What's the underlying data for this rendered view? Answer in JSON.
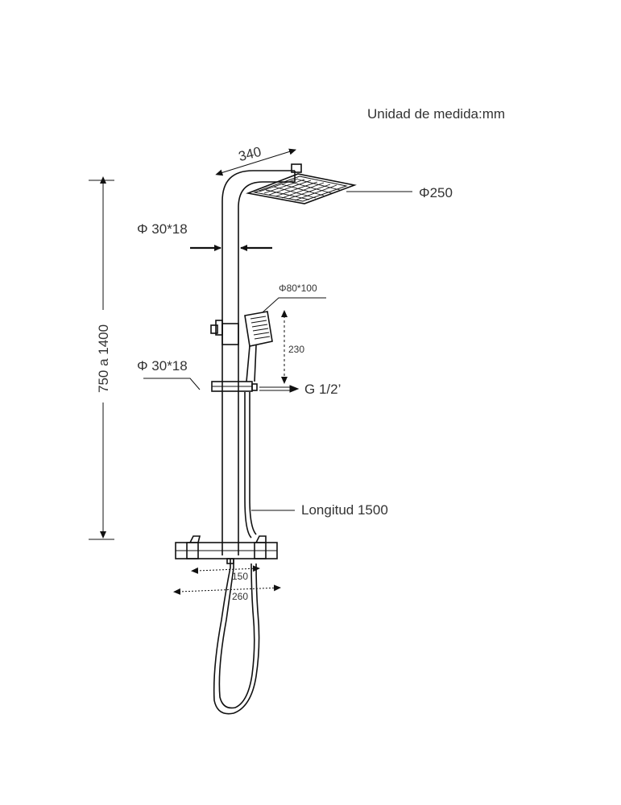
{
  "labels": {
    "units": "Unidad de medida:mm",
    "width_top": "340",
    "head_diameter": "Φ250",
    "pipe_upper": "Φ 30*18",
    "hand_shower": "Φ80*100",
    "hand_height": "230",
    "pipe_lower": "Φ 30*18",
    "outlet_thread": "G 1/2’",
    "hose_length": "Longitud 1500",
    "total_height": "750 a 1400",
    "mixer_centers": "150",
    "mixer_width": "260"
  },
  "colors": {
    "line": "#111111",
    "text": "#333333",
    "background": "#ffffff"
  }
}
